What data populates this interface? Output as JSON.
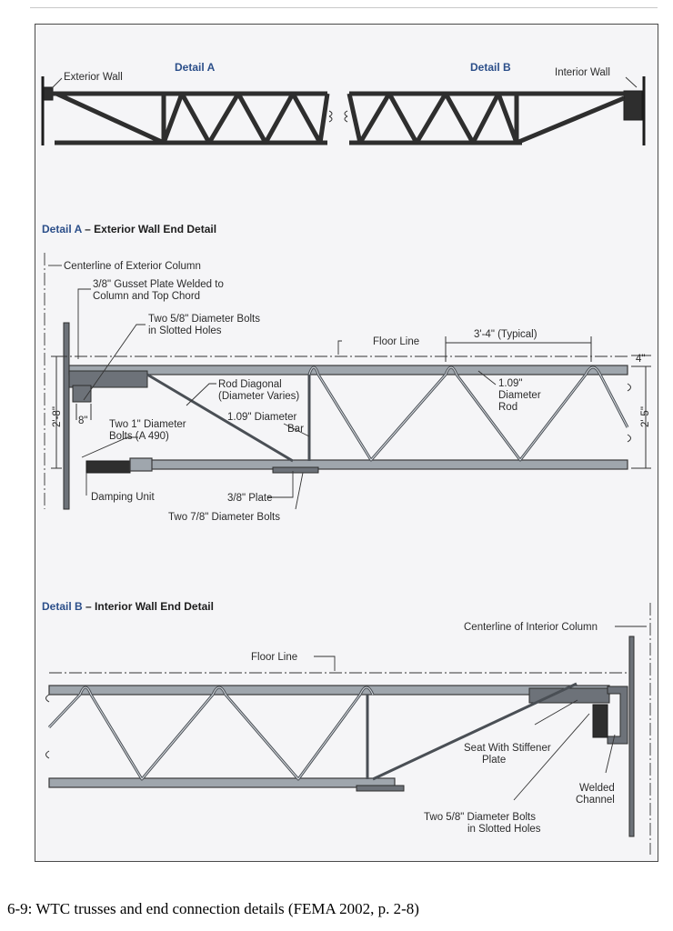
{
  "overview": {
    "detail_a_title": "Detail A",
    "detail_b_title": "Detail B",
    "exterior_wall": "Exterior Wall",
    "interior_wall": "Interior Wall"
  },
  "detail_a": {
    "title_prefix": "Detail A",
    "title_suffix": " – Exterior Wall End Detail",
    "centerline": "Centerline of Exterior Column",
    "gusset_line1": "3/8\" Gusset Plate Welded to",
    "gusset_line2": "Column and Top Chord",
    "bolts58_line1": "Two 5/8\" Diameter Bolts",
    "bolts58_line2": "in Slotted Holes",
    "floor_line": "Floor Line",
    "spacing": "3'-4\" (Typical)",
    "rod_diag_line1": "Rod Diagonal",
    "rod_diag_line2": "(Diameter Varies)",
    "bar_line1": "1.09\" Diameter",
    "bar_line2": "Bar",
    "rod_line1": "1.09\"",
    "rod_line2": "Diameter",
    "rod_line3": "Rod",
    "dim_4": "4\"",
    "dim_2_5": "2'-5\"",
    "dim_2_8": "2'-8\"",
    "dim_8": "8\"",
    "bolts1_line1": "Two 1\" Diameter",
    "bolts1_line2": "Bolts (A 490)",
    "damping": "Damping Unit",
    "plate38": "3/8\" Plate",
    "bolts78": "Two 7/8\" Diameter Bolts"
  },
  "detail_b": {
    "title_prefix": "Detail B",
    "title_suffix": " – Interior Wall End Detail",
    "centerline": "Centerline of Interior Column",
    "floor_line": "Floor Line",
    "seat_line1": "Seat With Stiffener",
    "seat_line2": "Plate",
    "welded_line1": "Welded",
    "welded_line2": "Channel",
    "bolts58_line1": "Two 5/8\" Diameter Bolts",
    "bolts58_line2": "in Slotted Holes"
  },
  "caption": "6-9: WTC trusses and end connection details (FEMA 2002, p. 2-8)"
}
